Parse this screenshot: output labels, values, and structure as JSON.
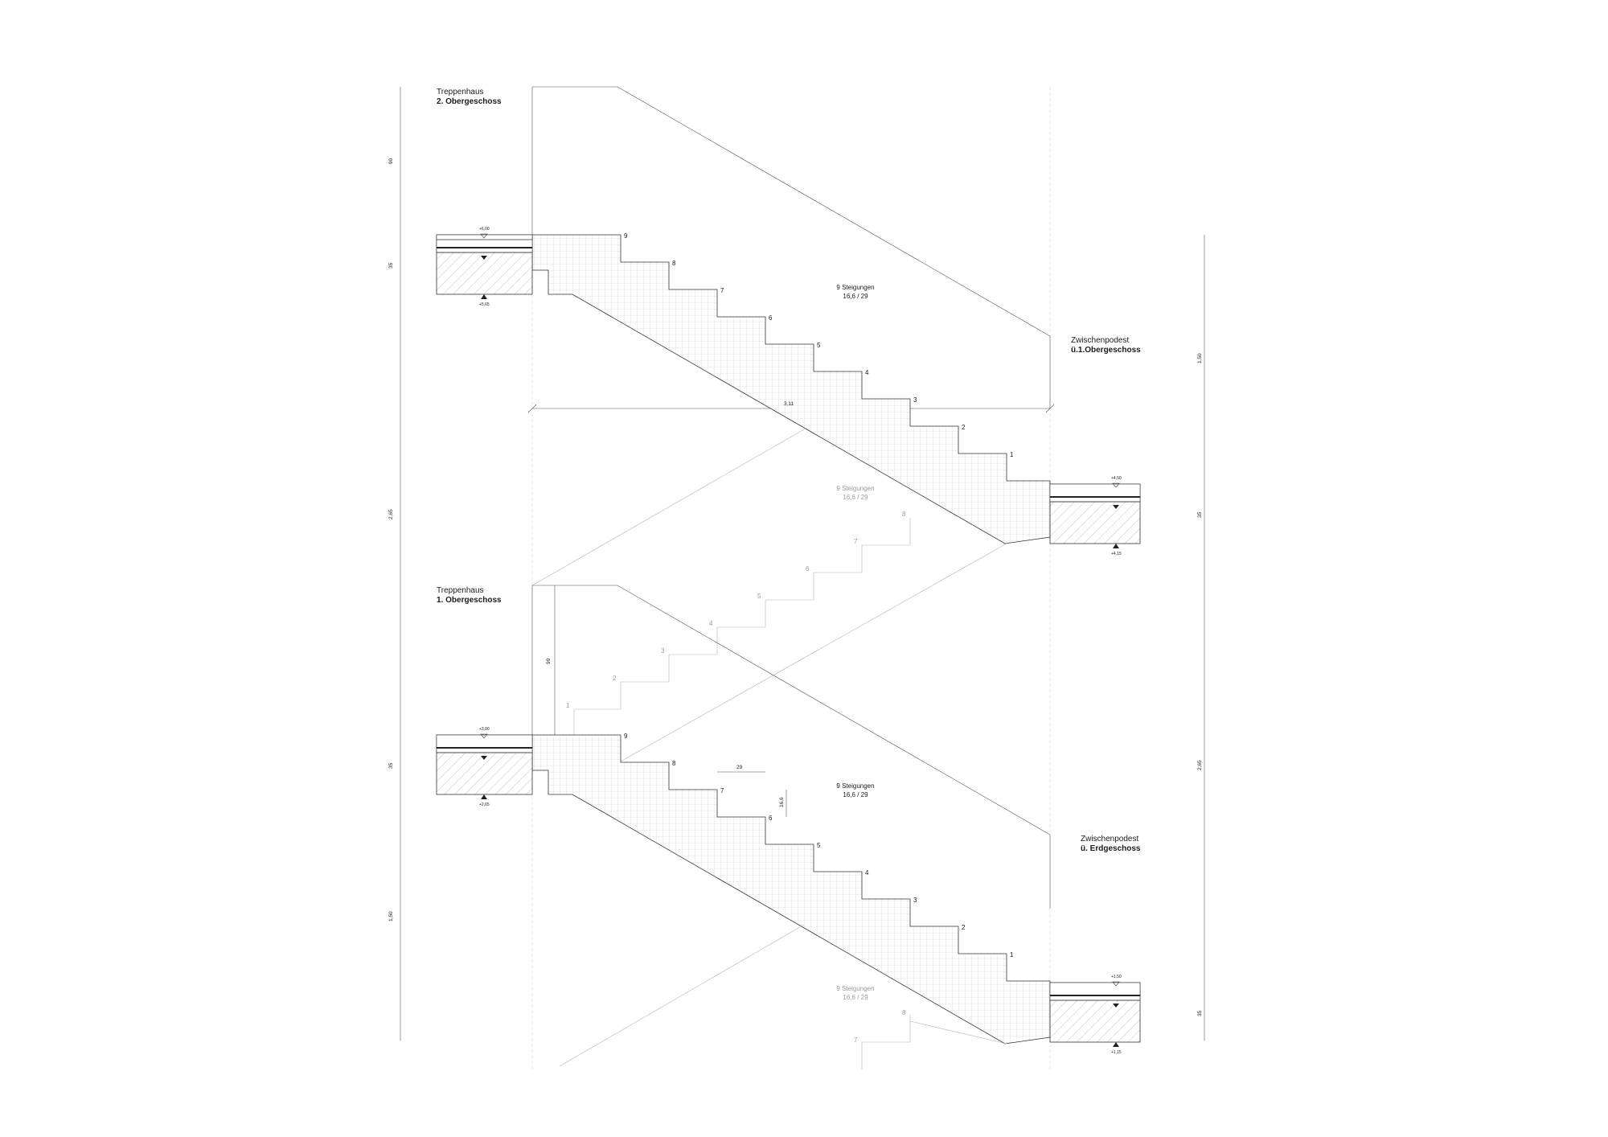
{
  "drawing": {
    "upper_room": {
      "title": "Treppenhaus",
      "floor": "2. Obergeschoss"
    },
    "lower_room": {
      "title": "Treppenhaus",
      "floor": "1. Obergeschoss"
    },
    "upper_landing": {
      "title": "Zwischenpodest",
      "floor": "ü.1.Obergeschoss"
    },
    "lower_landing": {
      "title": "Zwischenpodest",
      "floor": "ü. Erdgeschoss"
    },
    "flights": [
      {
        "name": "flight-upper",
        "count": "9 Steigungen",
        "ratio": "16,6 / 29",
        "ghost": false
      },
      {
        "name": "flight-upper-ghost",
        "count": "9 Steigungen",
        "ratio": "16,6 / 29",
        "ghost": true
      },
      {
        "name": "flight-lower",
        "count": "9 Steigungen",
        "ratio": "16,6 / 29",
        "ghost": false
      },
      {
        "name": "flight-lower-ghost",
        "count": "9 Steigungen",
        "ratio": "16,6 / 29",
        "ghost": true
      }
    ],
    "step_numbers": [
      "1",
      "2",
      "3",
      "4",
      "5",
      "6",
      "7",
      "8",
      "9"
    ],
    "ghost_step_numbers_mid": [
      "1",
      "2",
      "3",
      "4",
      "5",
      "6",
      "7",
      "8"
    ],
    "ghost_step_numbers_bottom": [
      "7",
      "8"
    ],
    "dimensions": {
      "left_chain": [
        "90",
        "35",
        "2,65",
        "35",
        "1,50"
      ],
      "right_chain": [
        "1,50",
        "35",
        "2,65",
        "35"
      ],
      "run_width": "3,11",
      "headroom": "90",
      "tread": "29",
      "riser": "16,6"
    },
    "levels": {
      "floor_2og_top": "+6,00",
      "floor_2og_bottom": "+5,65",
      "landing_upper_top": "+4,50",
      "landing_upper_bottom": "+4,15",
      "floor_1og_top": "+3,00",
      "floor_1og_bottom": "+2,65",
      "landing_lower_top": "+1,50",
      "landing_lower_bottom": "+1,15"
    }
  }
}
